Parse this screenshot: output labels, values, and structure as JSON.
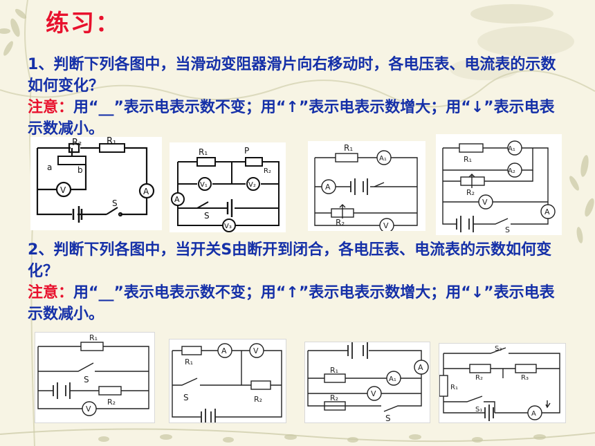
{
  "title": "练习：",
  "q1": {
    "number": "1",
    "text": "、判断下列各图中，当滑动变阻器滑片向右移动时，各电压表、电流表的示数如何变化？",
    "note_label": "注意：",
    "note_text": "用“__”表示电表示数不变；用“↑”表示电表示数增大；用“↓”表示电表示数减小。"
  },
  "q2": {
    "number": "2",
    "text": "、判断下列各图中，当开关S由断开到闭合，各电压表、电流表的示数如何变化？",
    "note_label": "注意：",
    "note_text": "用“__”表示电表示数不变；用“↑”表示电表示数增大；用“↓”表示电表示数减小。"
  },
  "diagram_labels": {
    "a1": {
      "r2": "R₂",
      "r1": "R₁",
      "a": "a",
      "b": "b",
      "v": "V",
      "amm": "A",
      "s": "S"
    },
    "a2": {
      "r1": "R₁",
      "p": "P",
      "r2": "R₂",
      "v1": "V₁",
      "v2": "V₂",
      "amm": "A",
      "s": "S",
      "v3": "V₃"
    },
    "a3": {
      "r1": "R₁",
      "a1": "A₁",
      "amm": "A",
      "r2": "R₂",
      "v": "V"
    },
    "a4": {
      "a1": "A₁",
      "r1": "R₁",
      "a2": "A₂",
      "r2": "R₂",
      "v": "V",
      "amm": "A",
      "s": "S"
    },
    "b1": {
      "r1": "R₁",
      "s": "S",
      "r2": "R₂",
      "v": "V"
    },
    "b2": {
      "r1": "R₁",
      "amm": "A",
      "v": "V",
      "s": "S",
      "r2": "R₂"
    },
    "b3": {
      "amm": "A",
      "r1": "R₁",
      "a1": "A₁",
      "v": "V",
      "r2": "R₂",
      "s": "S"
    },
    "b4": {
      "s2": "S₂",
      "r2": "R₂",
      "r3": "R₃",
      "r1": "R₁",
      "s1": "S₁",
      "amm": "A"
    }
  }
}
